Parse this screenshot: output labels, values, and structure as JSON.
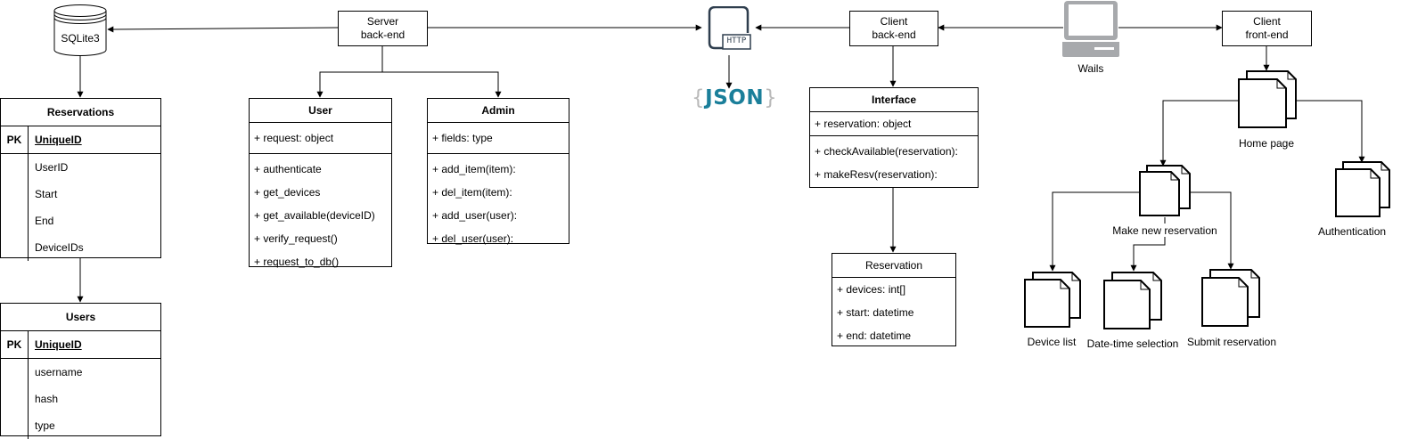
{
  "db": {
    "label": "SQLite3"
  },
  "server": {
    "label_line1": "Server",
    "label_line2": "back-end"
  },
  "http": {
    "label": "HTTP"
  },
  "json_logo": {
    "open": "{",
    "text": "JSON",
    "close": "}"
  },
  "client_backend": {
    "label_line1": "Client",
    "label_line2": "back-end"
  },
  "wails": {
    "label": "Wails"
  },
  "client_frontend": {
    "label_line1": "Client",
    "label_line2": "front-end"
  },
  "reservations_table": {
    "title": "Reservations",
    "pk_label": "PK",
    "pk_field": "UniqueID",
    "fields": [
      "UserID",
      "Start",
      "End",
      "DeviceIDs"
    ]
  },
  "users_table": {
    "title": "Users",
    "pk_label": "PK",
    "pk_field": "UniqueID",
    "fields": [
      "username",
      "hash",
      "type"
    ]
  },
  "user_class": {
    "title": "User",
    "attributes": [
      "+ request: object"
    ],
    "methods": [
      "+ authenticate",
      "+ get_devices",
      "+ get_available(deviceID)",
      "+ verify_request()",
      "+ request_to_db()"
    ]
  },
  "admin_class": {
    "title": "Admin",
    "attributes": [
      "+ fields: type"
    ],
    "methods": [
      "+ add_item(item):",
      "+ del_item(item):",
      "+ add_user(user):",
      "+ del_user(user):"
    ]
  },
  "interface_class": {
    "title": "Interface",
    "attributes": [
      "+ reservation: object"
    ],
    "methods": [
      "+ checkAvailable(reservation):",
      "+ makeResv(reservation):"
    ]
  },
  "reservation_class": {
    "title": "Reservation",
    "attributes": [
      "+ devices: int[]",
      "+ start: datetime",
      "+ end: datetime"
    ]
  },
  "pages": {
    "home": "Home page",
    "auth": "Authentication",
    "make_new": "Make new reservation",
    "device_list": "Device list",
    "datetime": "Date-time selection",
    "submit": "Submit reservation"
  },
  "colors": {
    "line": "#000000",
    "json_blue": "#1b7f9a",
    "json_brace": "#b9b9b9",
    "http_icon": "#2f3e4e",
    "laptop": "#a7a9ac"
  }
}
